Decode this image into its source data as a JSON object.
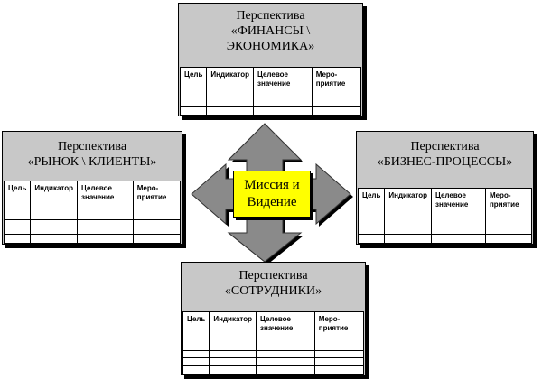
{
  "mission": {
    "line1": "Миссия и",
    "line2": "Видение"
  },
  "table_headers": [
    "Цель",
    "Индикатор",
    "Целевое значение",
    "Меро-приятие"
  ],
  "perspectives": {
    "finance": {
      "label": "Перспектива",
      "name": "«ФИНАНСЫ \\",
      "name2": "ЭКОНОМИКА»"
    },
    "market": {
      "label": "Перспектива",
      "name": "«РЫНОК \\ КЛИЕНТЫ»"
    },
    "business": {
      "label": "Перспектива",
      "name": "«БИЗНЕС-ПРОЦЕССЫ»"
    },
    "staff": {
      "label": "Перспектива",
      "name": "«СОТРУДНИКИ»"
    }
  },
  "colors": {
    "box_fill": "#c8c8c8",
    "mission_fill": "#ffff00",
    "arrow_fill": "#8a8a8a"
  }
}
